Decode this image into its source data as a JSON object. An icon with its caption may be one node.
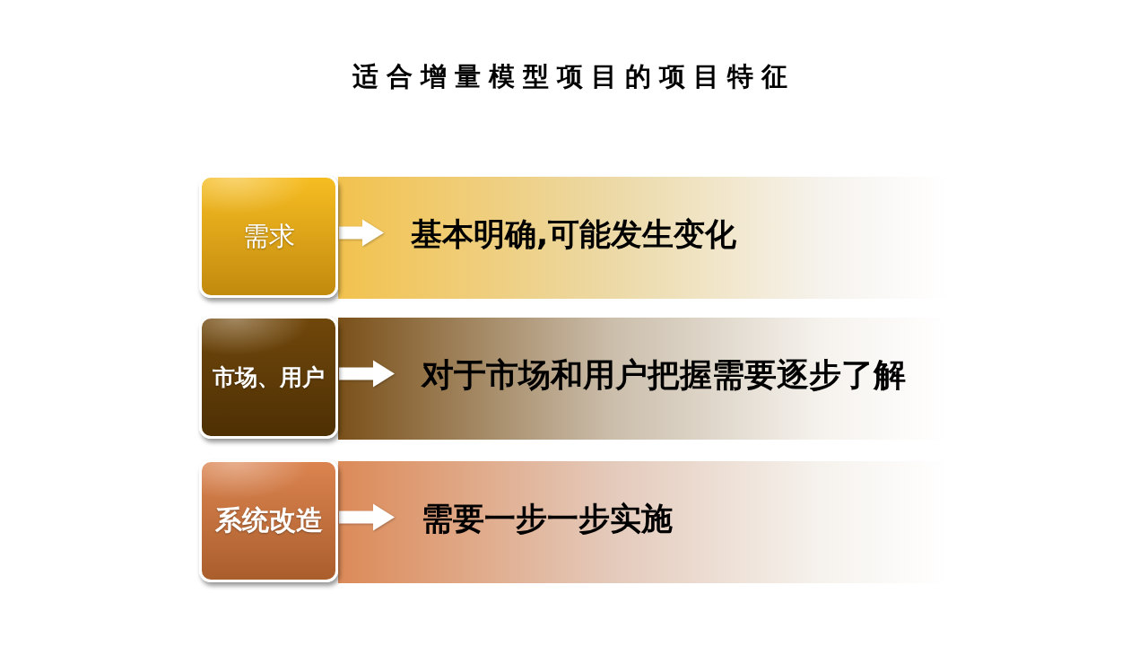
{
  "diagram": {
    "title": "适合增量模型项目的项目特征",
    "nodes": [
      {
        "text": [
          "需求"
        ]
      },
      {
        "text": [
          "基本明确,可能发生变化"
        ]
      },
      {
        "text": [
          "市场、用户"
        ]
      },
      {
        "text": [
          "对于市场和用户把握需要逐步了解"
        ]
      },
      {
        "text": [
          "系统改造"
        ]
      },
      {
        "text": [
          "需要一步一步实施"
        ]
      }
    ],
    "edges": [
      {
        "from": 0,
        "to": 1,
        "arrow": "to"
      },
      {
        "from": 2,
        "to": 3,
        "arrow": "to"
      },
      {
        "from": 4,
        "to": 5,
        "arrow": "to"
      }
    ]
  }
}
